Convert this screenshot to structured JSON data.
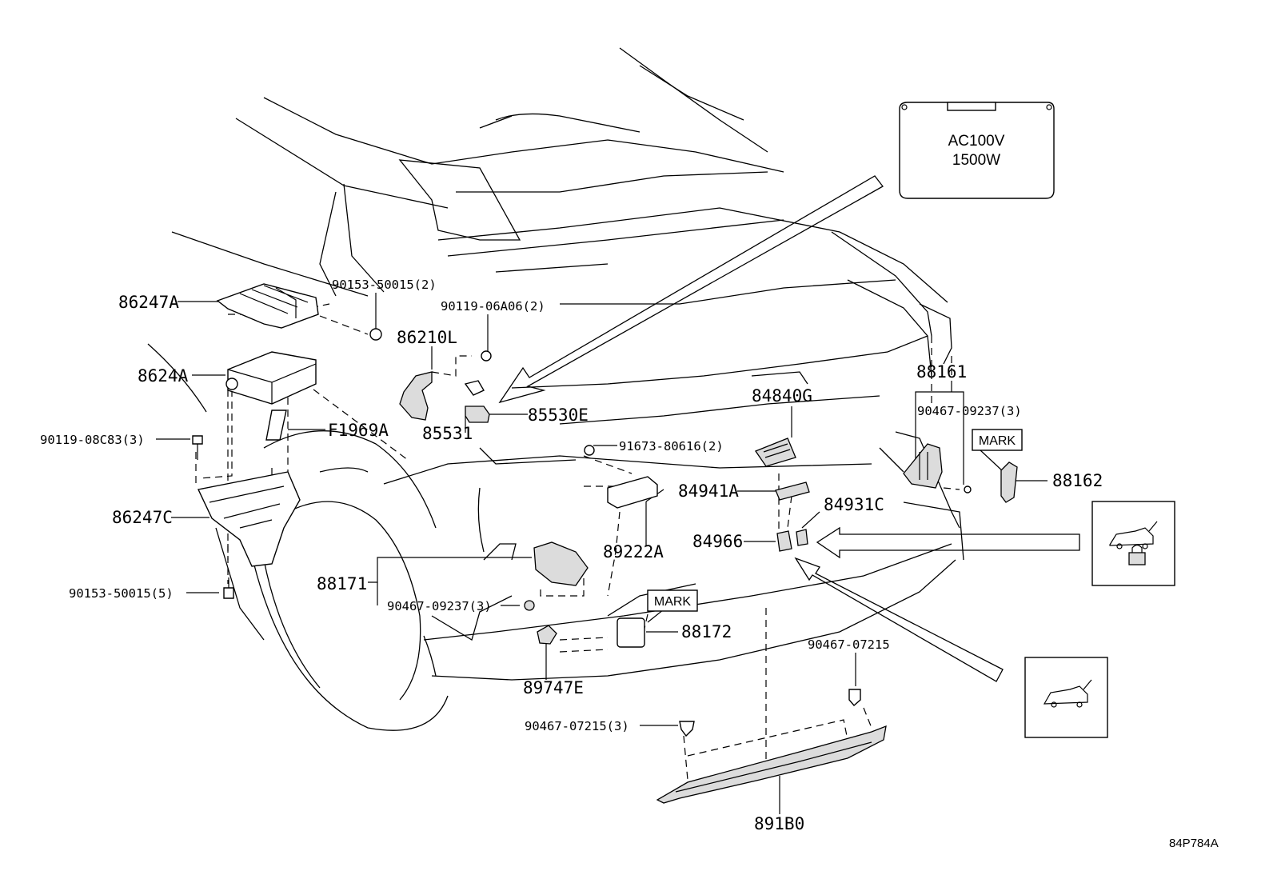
{
  "parts": {
    "p86247A": "86247A",
    "p8624A": "8624A",
    "p90119_08C83": "90119-08C83(3)",
    "p86247C": "86247C",
    "p90153_50015_5": "90153-50015(5)",
    "p90153_50015_2": "90153-50015(2)",
    "p90119_06A06": "90119-06A06(2)",
    "p86210L": "86210L",
    "pF1969A": "F1969A",
    "p85531": "85531",
    "p85530E": "85530E",
    "p91673": "91673-80616(2)",
    "p88171": "88171",
    "p90467_09237_a": "90467-09237(3)",
    "p89222A": "89222A",
    "p84840G": "84840G",
    "p84941A": "84941A",
    "p84931C": "84931C",
    "p84966": "84966",
    "p88172": "88172",
    "p89747E": "89747E",
    "p90467_07215_3": "90467-07215(3)",
    "p90467_07215": "90467-07215",
    "p891B0": "891B0",
    "p88161": "88161",
    "p90467_09237_b": "90467-09237(3)",
    "p88162": "88162"
  },
  "marks": {
    "mark1": "MARK",
    "mark2": "MARK"
  },
  "outlet": {
    "line1": "AC100V",
    "line2": "1500W"
  },
  "footer": {
    "code": "84P784A"
  },
  "icons": {
    "trunk_lock": "car-trunk-lock-icon",
    "trunk_open": "car-trunk-open-icon"
  }
}
